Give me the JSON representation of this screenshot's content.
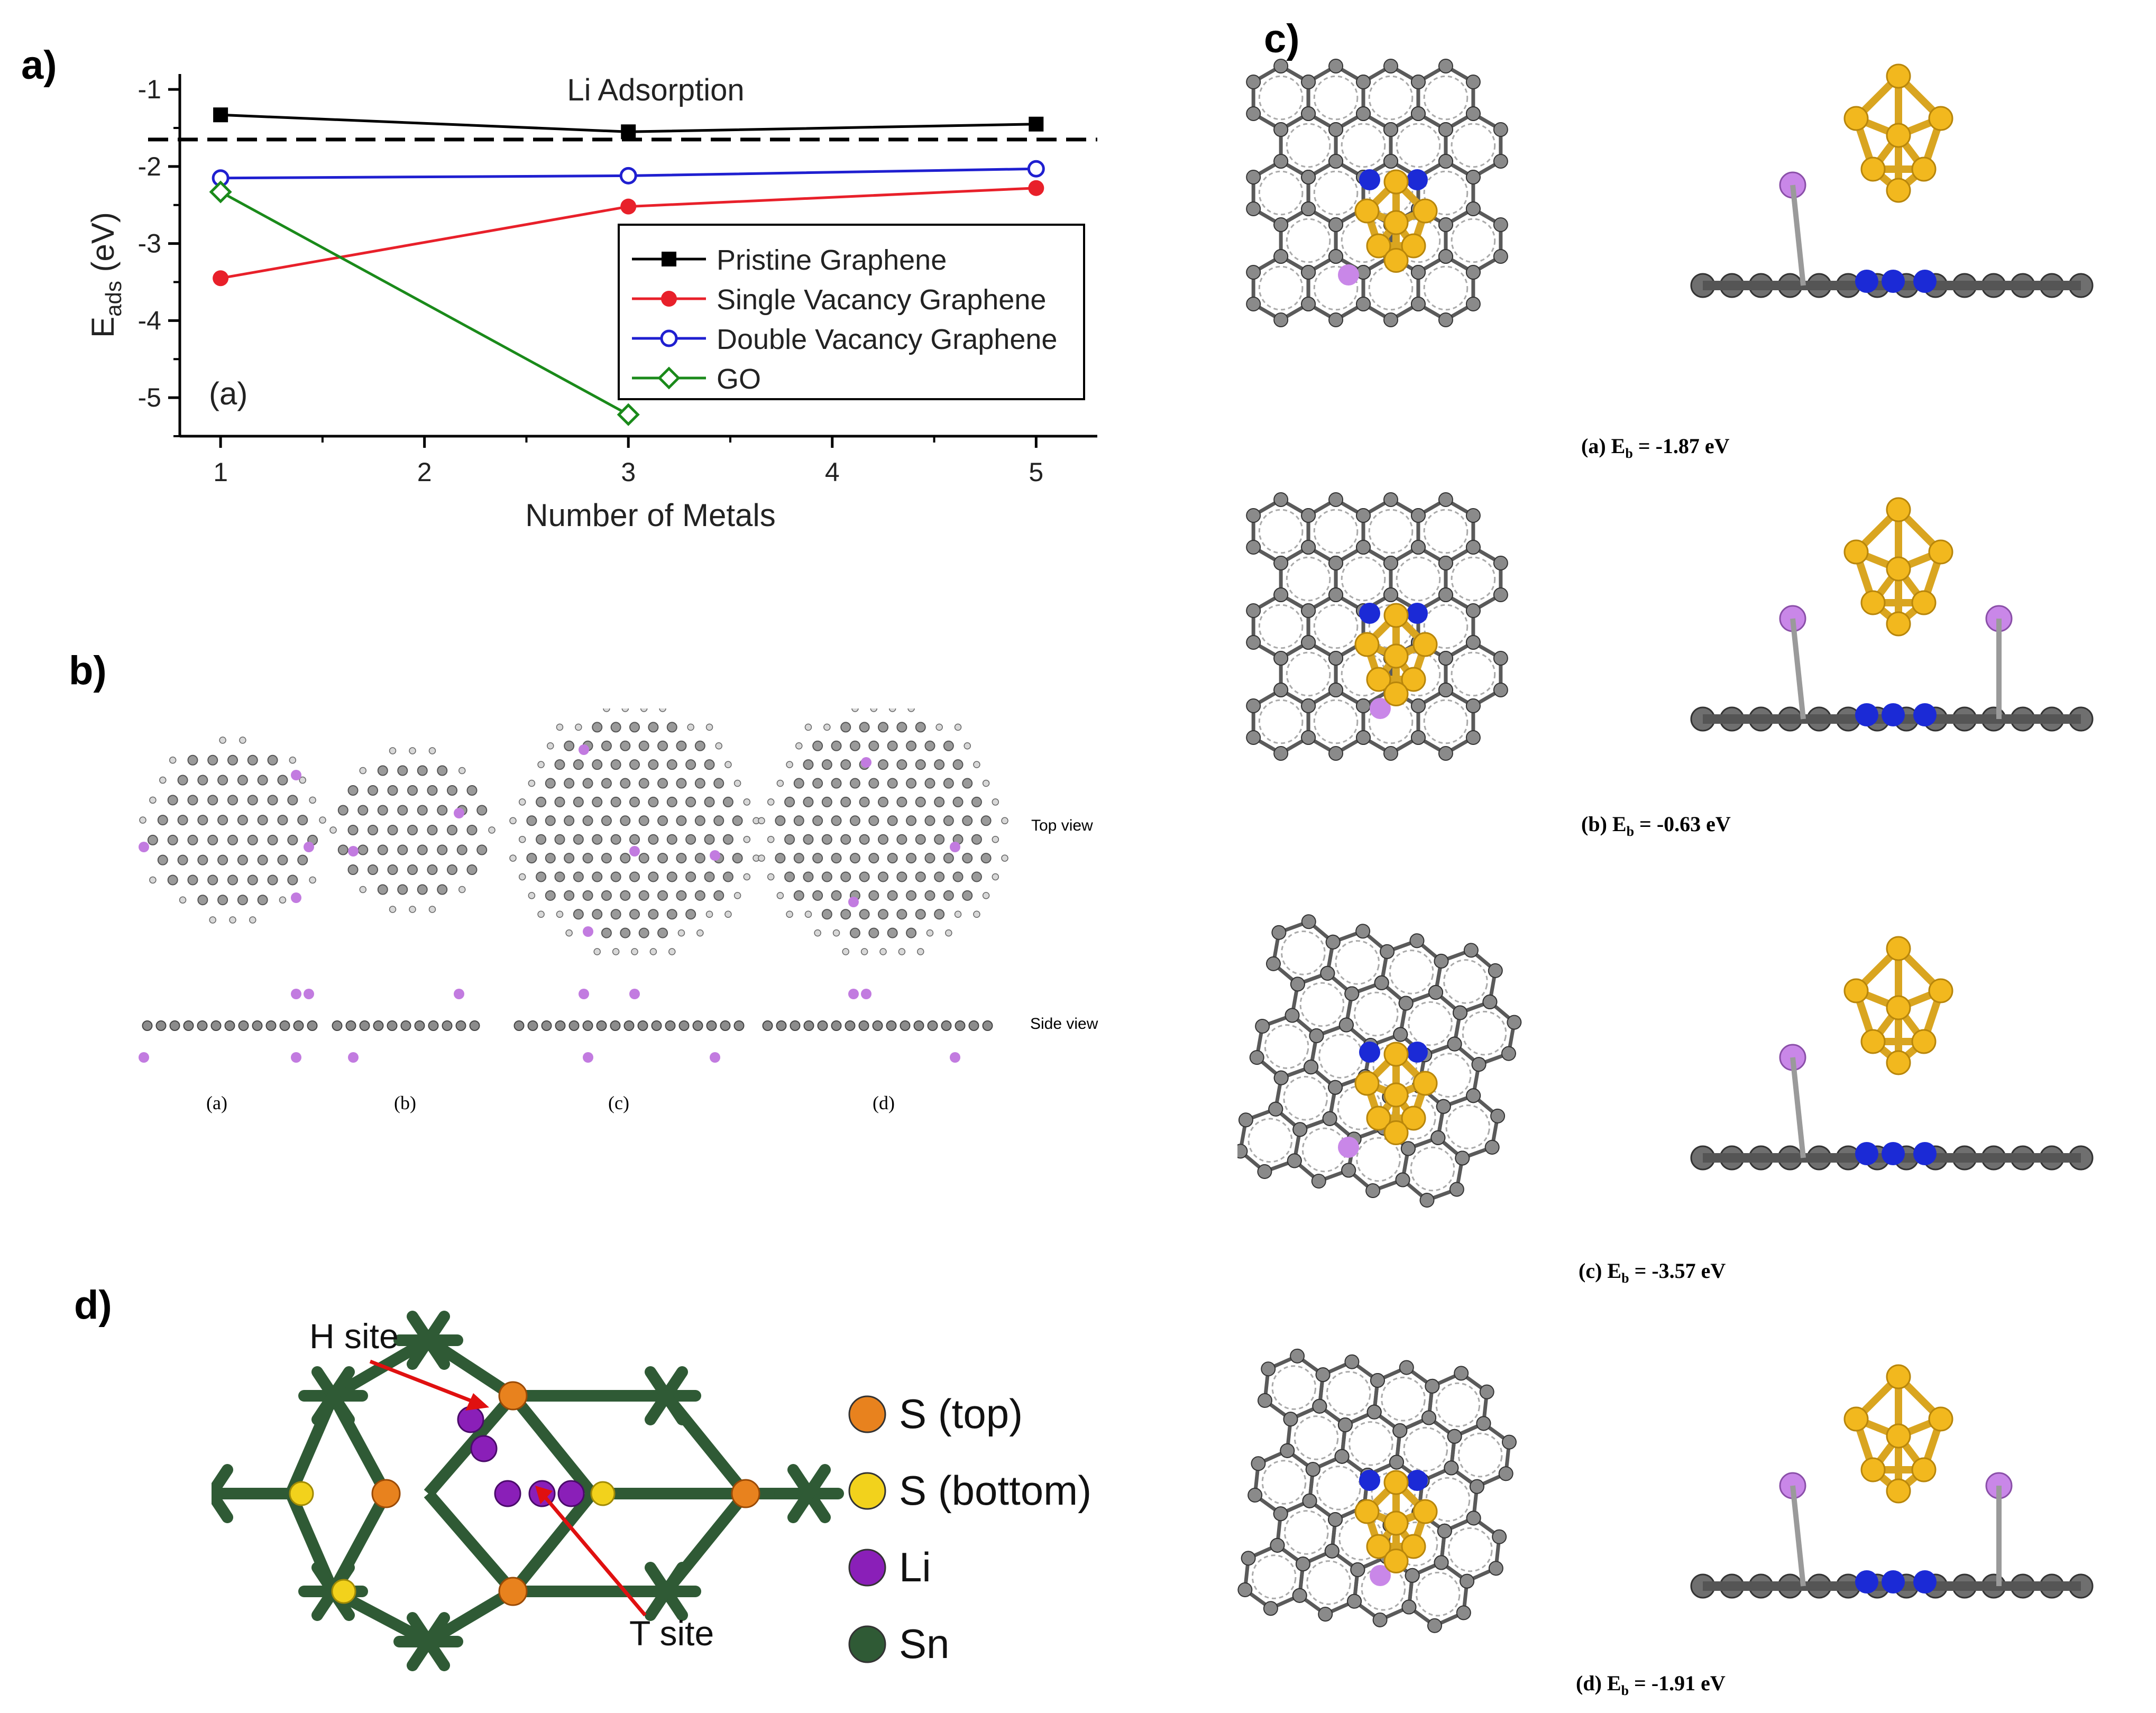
{
  "panels": {
    "a_label": "a)",
    "b_label": "b)",
    "c_label": "c)",
    "d_label": "d)"
  },
  "chart_data": {
    "type": "line",
    "title": "Li Adsorption",
    "xlabel": "Number of Metals",
    "ylabel": "E",
    "ylabel_sub": "ads",
    "ylabel_unit": " (eV)",
    "inset_label": "(a)",
    "xlim": [
      0.8,
      5.3
    ],
    "ylim": [
      -5.5,
      -0.8
    ],
    "xticks": [
      1,
      2,
      3,
      4,
      5
    ],
    "yticks": [
      -1,
      -2,
      -3,
      -4,
      -5
    ],
    "reference_line": -1.65,
    "series": [
      {
        "name": "Pristine Graphene",
        "x": [
          1,
          3,
          5
        ],
        "y": [
          -1.33,
          -1.55,
          -1.45
        ],
        "color": "#000000",
        "marker": "square-filled"
      },
      {
        "name": "Single Vacancy Graphene",
        "x": [
          1,
          3,
          5
        ],
        "y": [
          -3.45,
          -2.52,
          -2.28
        ],
        "color": "#e8202a",
        "marker": "circle-filled"
      },
      {
        "name": "Double Vacancy Graphene",
        "x": [
          1,
          3,
          5
        ],
        "y": [
          -2.15,
          -2.12,
          -2.03
        ],
        "color": "#1f1fd0",
        "marker": "circle-open"
      },
      {
        "name": "GO",
        "x": [
          1,
          3
        ],
        "y": [
          -2.33,
          -5.22
        ],
        "color": "#1a8a1a",
        "marker": "diamond-open"
      }
    ]
  },
  "panel_b": {
    "top_view": "Top view",
    "side_view": "Side view",
    "sublabels": [
      "(a)",
      "(b)",
      "(c)",
      "(d)"
    ]
  },
  "panel_c": {
    "captions": [
      {
        "letter": "(a)",
        "text": "E",
        "sub": "b",
        "value": " = -1.87 eV"
      },
      {
        "letter": "(b)",
        "text": "E",
        "sub": "b",
        "value": " = -0.63 eV"
      },
      {
        "letter": "(c)",
        "text": "E",
        "sub": "b",
        "value": " = -3.57 eV"
      },
      {
        "letter": "(d)",
        "text": "E",
        "sub": "b",
        "value": " = -1.91 eV"
      }
    ]
  },
  "panel_d": {
    "h_site": "H site",
    "t_site": "T site",
    "legend": [
      {
        "label": "S (top)",
        "color": "#e8821e"
      },
      {
        "label": "S (bottom)",
        "color": "#f2d21c"
      },
      {
        "label": "Li",
        "color": "#8a1fb8"
      },
      {
        "label": "Sn",
        "color": "#2f5a35"
      }
    ]
  }
}
